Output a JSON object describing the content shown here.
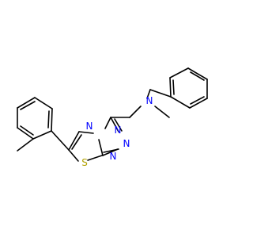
{
  "molecule": {
    "atoms": {
      "n_amine": {
        "label": "N",
        "color": "#0000ff"
      },
      "n_ring_fused": {
        "label": "N",
        "color": "#0000ff"
      },
      "n_ring_upper": {
        "label": "N",
        "color": "#0000ff"
      },
      "n_ring_right": {
        "label": "N",
        "color": "#0000ff"
      },
      "n_ring_lower": {
        "label": "N",
        "color": "#0000ff"
      },
      "s_ring": {
        "label": "S",
        "color": "#b2a100"
      }
    },
    "bond_color": "#000000",
    "background": "#ffffff"
  }
}
